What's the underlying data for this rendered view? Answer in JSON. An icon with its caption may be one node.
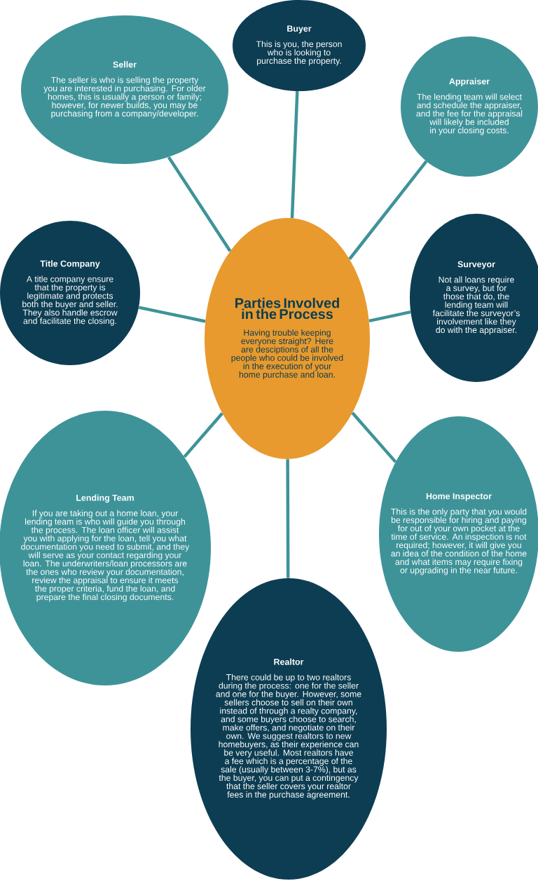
{
  "diagram": {
    "nodes": [
      {
        "text": [
          "Parties Involved in the Process",
          "Having trouble keeping everyone straight? Here are desciptions of all the people who could be involved in the execution of your home purchase and loan."
        ]
      },
      {
        "text": [
          "Buyer",
          "This is you, the person who is looking to purchase the property."
        ]
      },
      {
        "text": [
          "Seller",
          "The seller is who is selling the property you are interested in purchasing. For older homes, this is usually a person or family; however, for newer builds, you may be purchasing from a company/developer."
        ]
      },
      {
        "text": [
          "Appraiser",
          "The lending team will select and schedule the appraiser, and the fee for the appraisal will likely be included in your closing costs."
        ]
      },
      {
        "text": [
          "Title Company",
          "A title company ensure that the property is legitimate and protects both the buyer and seller. They also handle escrow and facilitate the closing."
        ]
      },
      {
        "text": [
          "Surveyor",
          "Not all loans require a survey, but for those that do, the lending team will facilitate the surveyor’s involvement like they do with the appraiser."
        ]
      },
      {
        "text": [
          "Lending Team",
          "If you are taking out a home loan, your lending team is who will guide you through the process. The loan officer will assist you with applying for the loan, tell you what documentation you need to submit, and they will serve as your contact regarding your loan. The underwriters/loan processors are the ones who review your documentation, review the appraisal to ensure it meets the proper criteria, fund the loan, and prepare the final closing documents."
        ]
      },
      {
        "text": [
          "Home Inspector",
          "This is the only party that you would be responsible for hiring and paying for out of your own pocket at the time of service. An inspection is not required; however, it will give you an idea of the condition of the home and what items may require fixing or upgrading in the near future."
        ]
      },
      {
        "text": [
          "Realtor",
          "There could be up to two realtors during the process: one for the seller and one for the buyer. However, some sellers choose to sell on their own instead of through a realty company, and some buyers choose to search, make offers, and negotiate on their own. We suggest realtors to new homebuyers, as their experience can be very useful. Most realtors have a fee which is a percentage of the sale (usually between 3-7%), but as the buyer, you can put a contingency that the seller covers your realtor fees in the purchase agreement."
        ]
      }
    ],
    "edges": [
      {
        "from": 0,
        "to": 1,
        "arrow": "none"
      },
      {
        "from": 0,
        "to": 2,
        "arrow": "none"
      },
      {
        "from": 0,
        "to": 3,
        "arrow": "none"
      },
      {
        "from": 0,
        "to": 4,
        "arrow": "none"
      },
      {
        "from": 0,
        "to": 5,
        "arrow": "none"
      },
      {
        "from": 0,
        "to": 6,
        "arrow": "none"
      },
      {
        "from": 0,
        "to": 7,
        "arrow": "none"
      },
      {
        "from": 0,
        "to": 8,
        "arrow": "none"
      }
    ]
  }
}
